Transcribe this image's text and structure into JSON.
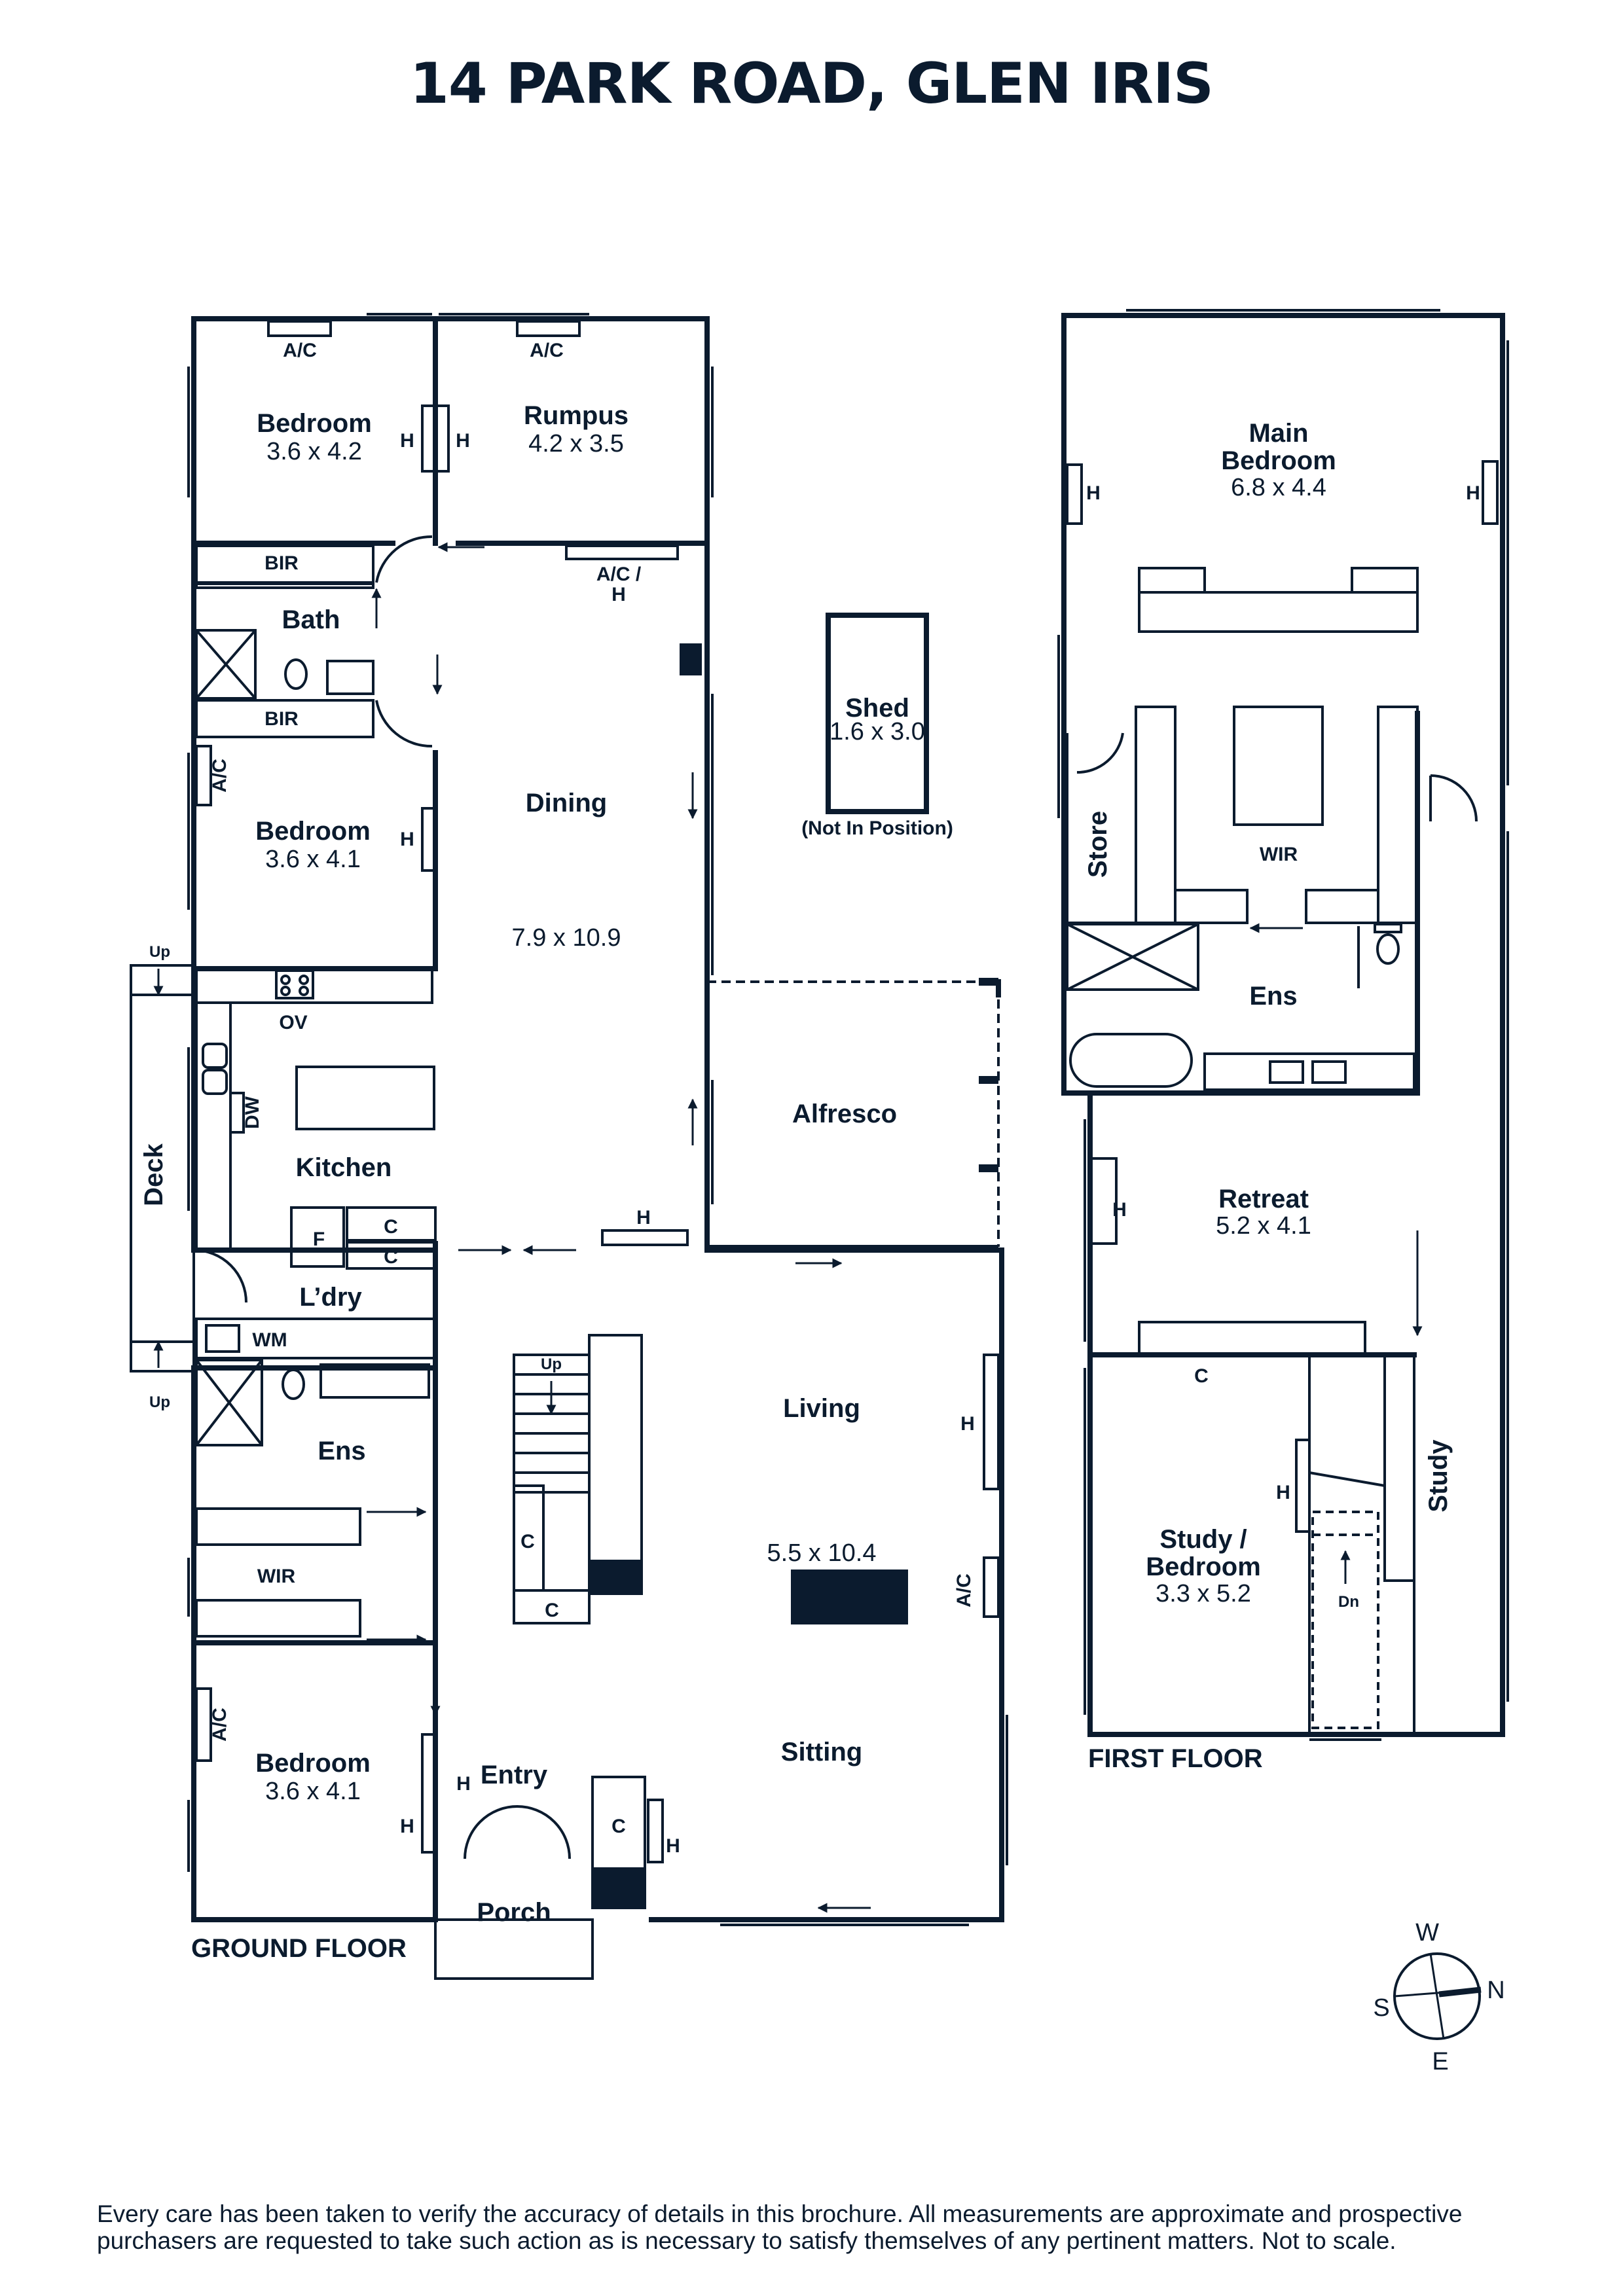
{
  "title": "14 PARK ROAD, GLEN IRIS",
  "disclaimer": "Every care has been taken to verify the accuracy of details in this brochure. All measurements are approximate and prospective purchasers are requested to take such action as is necessary to satisfy themselves of any pertinent matters. Not to scale.",
  "floors": {
    "ground": "GROUND FLOOR",
    "first": "FIRST FLOOR"
  },
  "rooms": {
    "bedroom1": {
      "name": "Bedroom",
      "size": "3.6 x 4.2"
    },
    "rumpus": {
      "name": "Rumpus",
      "size": "4.2 x 3.5"
    },
    "bath": {
      "name": "Bath"
    },
    "bedroom2": {
      "name": "Bedroom",
      "size": "3.6 x 4.1"
    },
    "dining": {
      "name": "Dining",
      "size": "7.9 x 10.9"
    },
    "shed": {
      "name": "Shed",
      "size": "1.6 x 3.0",
      "note": "(Not In Position)"
    },
    "alfresco": {
      "name": "Alfresco"
    },
    "kitchen": {
      "name": "Kitchen"
    },
    "deck": {
      "name": "Deck"
    },
    "laundry": {
      "name": "L’dry"
    },
    "ens_ground": {
      "name": "Ens"
    },
    "wir_ground": {
      "name": "WIR"
    },
    "living": {
      "name": "Living",
      "size": "5.5 x 10.4"
    },
    "sitting": {
      "name": "Sitting"
    },
    "bedroom3": {
      "name": "Bedroom",
      "size": "3.6 x 4.1"
    },
    "entry": {
      "name": "Entry"
    },
    "porch": {
      "name": "Porch"
    },
    "main_bedroom": {
      "name1": "Main",
      "name2": "Bedroom",
      "size": "6.8 x 4.4"
    },
    "store": {
      "name": "Store"
    },
    "wir_first": {
      "name": "WIR"
    },
    "ens_first": {
      "name": "Ens"
    },
    "retreat": {
      "name": "Retreat",
      "size": "5.2 x 4.1"
    },
    "study": {
      "name": "Study"
    },
    "study_bedroom": {
      "name1": "Study /",
      "name2": "Bedroom",
      "size": "3.3 x 5.2"
    }
  },
  "fixtures": {
    "ac": "A/C",
    "ac_h1": "A/C /",
    "ac_h2": "H",
    "heater": "H",
    "bir": "BIR",
    "cupboard": "C",
    "fridge": "F",
    "oven": "OV",
    "dishwasher": "DW",
    "washer": "WM",
    "up": "Up",
    "down": "Dn"
  },
  "compass": {
    "w": "W",
    "n": "N",
    "s": "S",
    "e": "E"
  },
  "colors": {
    "ink": "#0b1b2e",
    "background": "#ffffff"
  }
}
